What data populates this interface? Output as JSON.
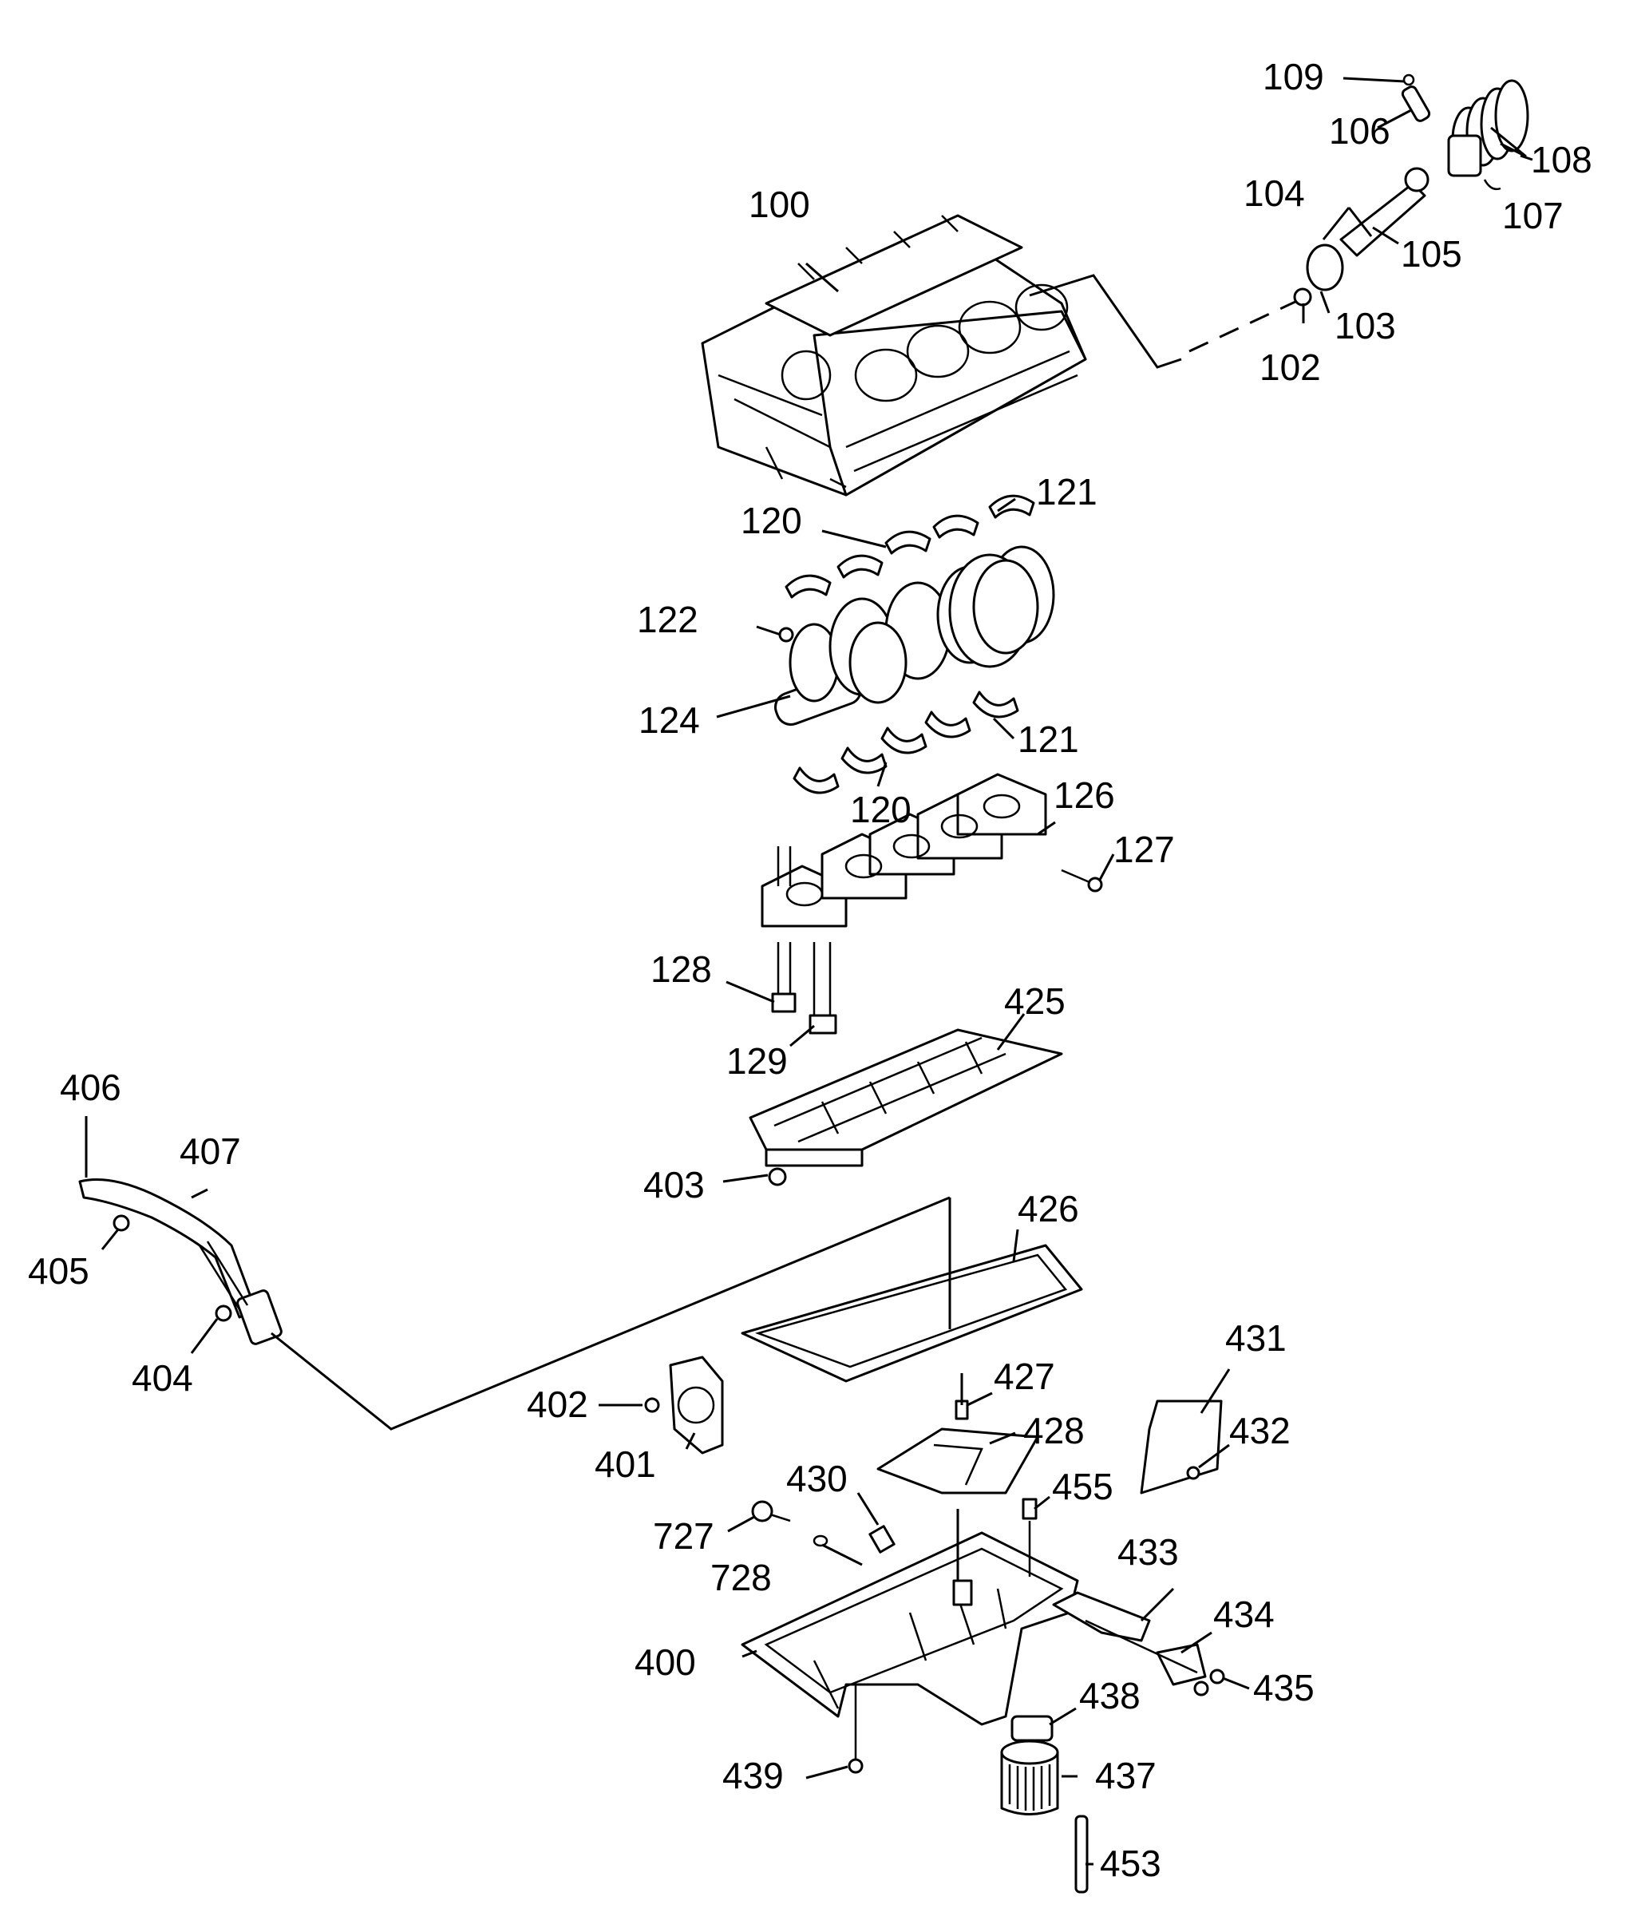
{
  "callouts": {
    "c100": "100",
    "c102": "102",
    "c103": "103",
    "c104": "104",
    "c105": "105",
    "c106": "106",
    "c107": "107",
    "c108": "108",
    "c109": "109",
    "c120a": "120",
    "c120b": "120",
    "c121a": "121",
    "c121b": "121",
    "c122": "122",
    "c124": "124",
    "c126": "126",
    "c127": "127",
    "c128": "128",
    "c129": "129",
    "c400": "400",
    "c401": "401",
    "c402": "402",
    "c403": "403",
    "c404": "404",
    "c405": "405",
    "c406": "406",
    "c407": "407",
    "c425": "425",
    "c426": "426",
    "c427": "427",
    "c428": "428",
    "c430": "430",
    "c431": "431",
    "c432": "432",
    "c433": "433",
    "c434": "434",
    "c435": "435",
    "c437": "437",
    "c438": "438",
    "c439": "439",
    "c453": "453",
    "c455": "455",
    "c727": "727",
    "c728": "728"
  },
  "colors": {
    "line": "#000000",
    "background": "#ffffff"
  }
}
